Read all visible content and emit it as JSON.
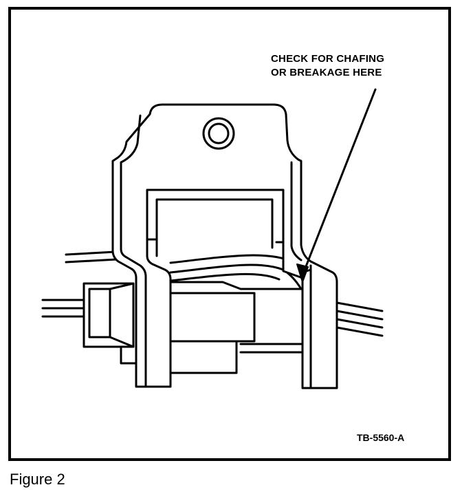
{
  "callout": {
    "line1": "CHECK FOR CHAFING",
    "line2": "OR BREAKAGE HERE"
  },
  "reference_code": "TB-5560-A",
  "caption": "Figure 2"
}
